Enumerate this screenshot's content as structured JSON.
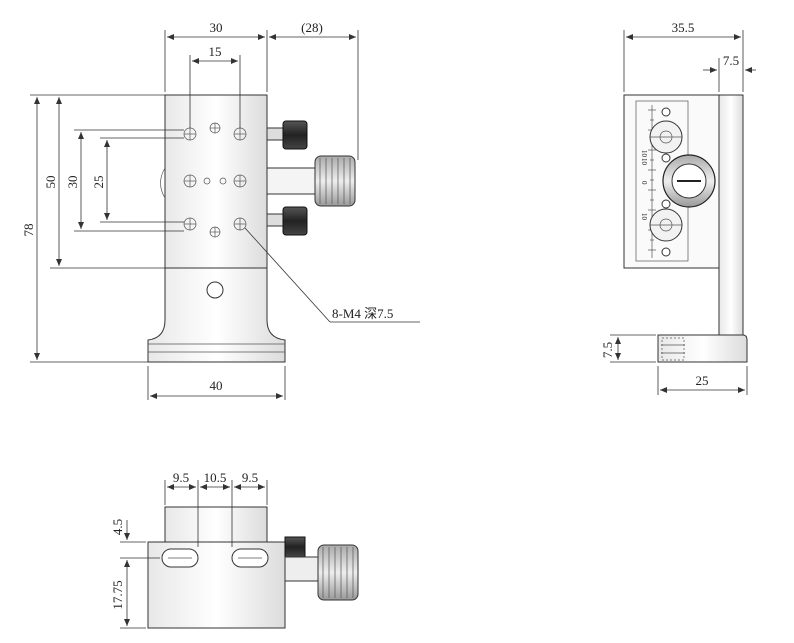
{
  "front_view": {
    "dims": {
      "width_top": "30",
      "knob_offset": "(28)",
      "hole_spacing": "15",
      "height_78": "78",
      "height_50": "50",
      "height_30": "30",
      "height_25": "25",
      "base_width": "40"
    },
    "callout": "8-M4 深7.5"
  },
  "side_view": {
    "dims": {
      "width_35_5": "35.5",
      "offset_7_5": "7.5",
      "foot_height": "7.5",
      "foot_width": "25"
    },
    "scale_labels": [
      "10",
      "10",
      "0",
      "10"
    ]
  },
  "top_view": {
    "dims": {
      "slot_a": "9.5",
      "slot_gap": "10.5",
      "slot_b": "9.5",
      "height_4_5": "4.5",
      "height_17_75": "17.75"
    }
  }
}
